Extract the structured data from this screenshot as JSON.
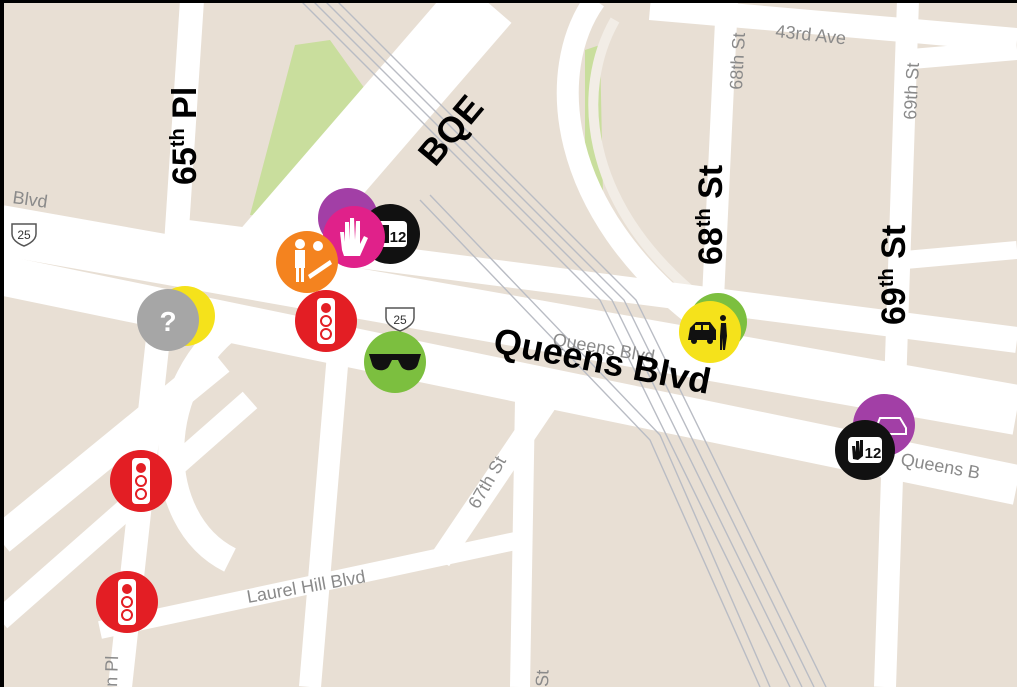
{
  "map": {
    "street_labels": {
      "sixtyfifth_pl": {
        "base": "65",
        "sup": "th",
        "rest": " Pl"
      },
      "bqe": "BQE",
      "sixtyeighth_st": {
        "base": "68",
        "sup": "th",
        "rest": " St"
      },
      "sixtyninth_st": {
        "base": "69",
        "sup": "th",
        "rest": " St"
      },
      "queens_blvd_big": "Queens Blvd"
    },
    "base_labels": {
      "blvd_left": "Blvd",
      "route_shield_left": "25",
      "route_shield_center": "25",
      "queens_blvd_small": "Queens Blvd",
      "queens_blvd_right": "Queens B",
      "forty_third_ave": "43rd Ave",
      "sixtyeighth_small": "68th St",
      "sixtyninth_small": "69th St",
      "sixtyseventh_st": "67th St",
      "laurel_hill_blvd": "Laurel Hill Blvd",
      "pl_bottom": "n Pl",
      "st_bottom": "St"
    },
    "markers": [
      {
        "kind": "purple-partial",
        "color": "#a23fa6"
      },
      {
        "kind": "pedestrian-signal-countdown",
        "color": "#111111"
      },
      {
        "kind": "hand-stop",
        "color": "#e0218a"
      },
      {
        "kind": "construction-worker",
        "color": "#f4831f"
      },
      {
        "kind": "traffic-light",
        "color": "#e31e24"
      },
      {
        "kind": "yellow-partial",
        "color": "#f5e21b"
      },
      {
        "kind": "unknown-question",
        "color": "#a6a6a6",
        "text": "?"
      },
      {
        "kind": "sunglasses",
        "color": "#7cbf3f"
      },
      {
        "kind": "green-partial",
        "color": "#7cbf3f"
      },
      {
        "kind": "car-pedestrian-conflict",
        "color": "#f5e21b"
      },
      {
        "kind": "purple-car",
        "color": "#a23fa6"
      },
      {
        "kind": "pedestrian-signal-countdown",
        "color": "#111111"
      },
      {
        "kind": "traffic-light",
        "color": "#e31e24"
      },
      {
        "kind": "traffic-light",
        "color": "#e31e24"
      }
    ]
  }
}
